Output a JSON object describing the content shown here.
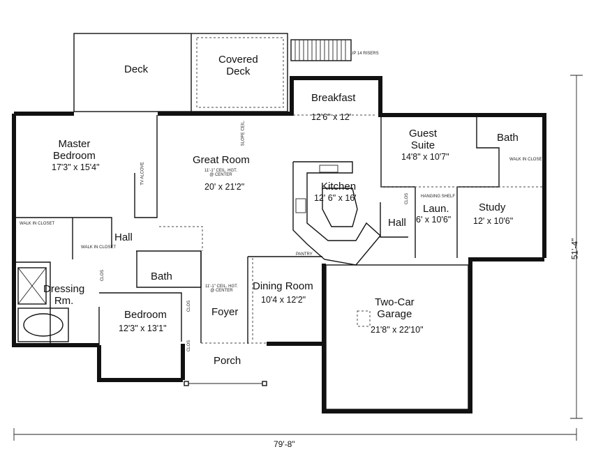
{
  "rooms": {
    "deck": {
      "name": "Deck"
    },
    "covered_deck": {
      "name_1": "Covered",
      "name_2": "Deck"
    },
    "breakfast": {
      "name": "Breakfast",
      "dims": "12'6\" x 12'"
    },
    "master_bedroom": {
      "name_1": "Master",
      "name_2": "Bedroom",
      "dims": "17'3\" x 15'4\""
    },
    "great_room": {
      "name": "Great Room",
      "ceiling_1": "11'-1\" CEIL. HGT.",
      "ceiling_2": "@ CENTER",
      "dims": "20' x 21'2\""
    },
    "kitchen": {
      "name": "Kitchen",
      "dims": "12' 6\" x 16'"
    },
    "guest_suite": {
      "name_1": "Guest",
      "name_2": "Suite",
      "dims": "14'8\" x 10'7\""
    },
    "guest_bath": {
      "name": "Bath"
    },
    "laundry": {
      "name": "Laun.",
      "dims": "6' x 10'6\""
    },
    "study": {
      "name": "Study",
      "dims": "12' x 10'6\""
    },
    "hall_left": {
      "name": "Hall"
    },
    "hall_right": {
      "name": "Hall"
    },
    "bath": {
      "name": "Bath"
    },
    "dressing_room": {
      "name_1": "Dressing",
      "name_2": "Rm."
    },
    "bedroom": {
      "name": "Bedroom",
      "dims": "12'3\" x 13'1\""
    },
    "foyer": {
      "name": "Foyer",
      "ceiling_1": "11'-1\" CEIL. HGT.",
      "ceiling_2": "@ CENTER"
    },
    "dining_room": {
      "name": "Dining Room",
      "dims": "10'4 x 12'2\""
    },
    "garage": {
      "name_1": "Two-Car",
      "name_2": "Garage",
      "dims": "21'8\" x 22'10\""
    },
    "porch": {
      "name": "Porch"
    }
  },
  "small_labels": {
    "stair_risers": "UP 14 RISERS",
    "slope_ceil": "SLOPE CEIL.",
    "tv_alcove": "TV ALCOVE",
    "walk_in_closet": "WALK IN CLOSET",
    "closet": "CLOS",
    "pantry": "PANTRY",
    "hanging_shelf": "HANGING SHELF"
  },
  "overall_dimensions": {
    "width": "79'-8\"",
    "depth": "51'-4\""
  }
}
